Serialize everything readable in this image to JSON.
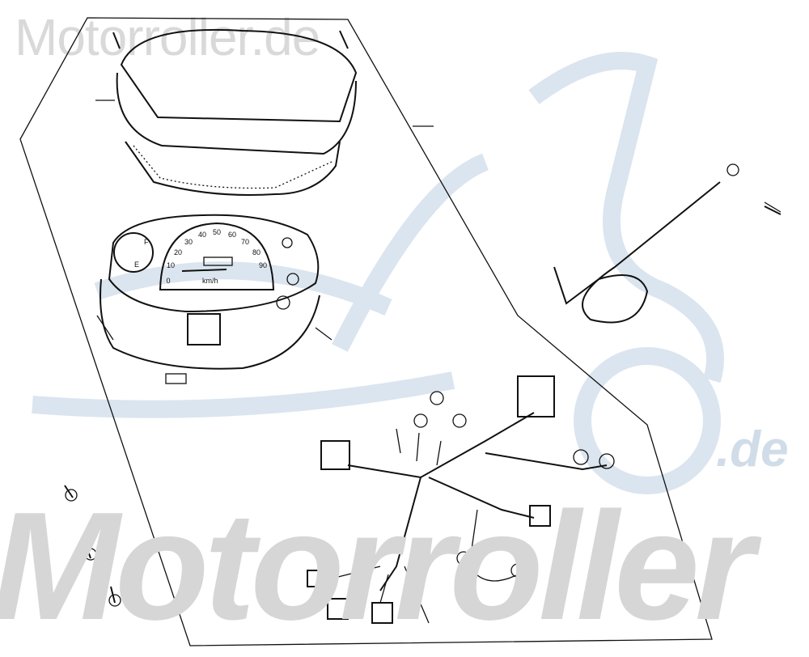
{
  "watermark": {
    "top": "Motorroller.de",
    "big": "Motorroller",
    "suffix": ".de"
  },
  "gauge": {
    "speed_ticks": [
      "0",
      "10",
      "20",
      "30",
      "40",
      "50",
      "60",
      "70",
      "80",
      "90"
    ],
    "unit": "km/h",
    "fuel_full": "F",
    "fuel_empty": "E"
  },
  "colors": {
    "line": "#111111",
    "watermark_gray": "#d6d6d6",
    "watermark_blue": "#d0dce8"
  }
}
